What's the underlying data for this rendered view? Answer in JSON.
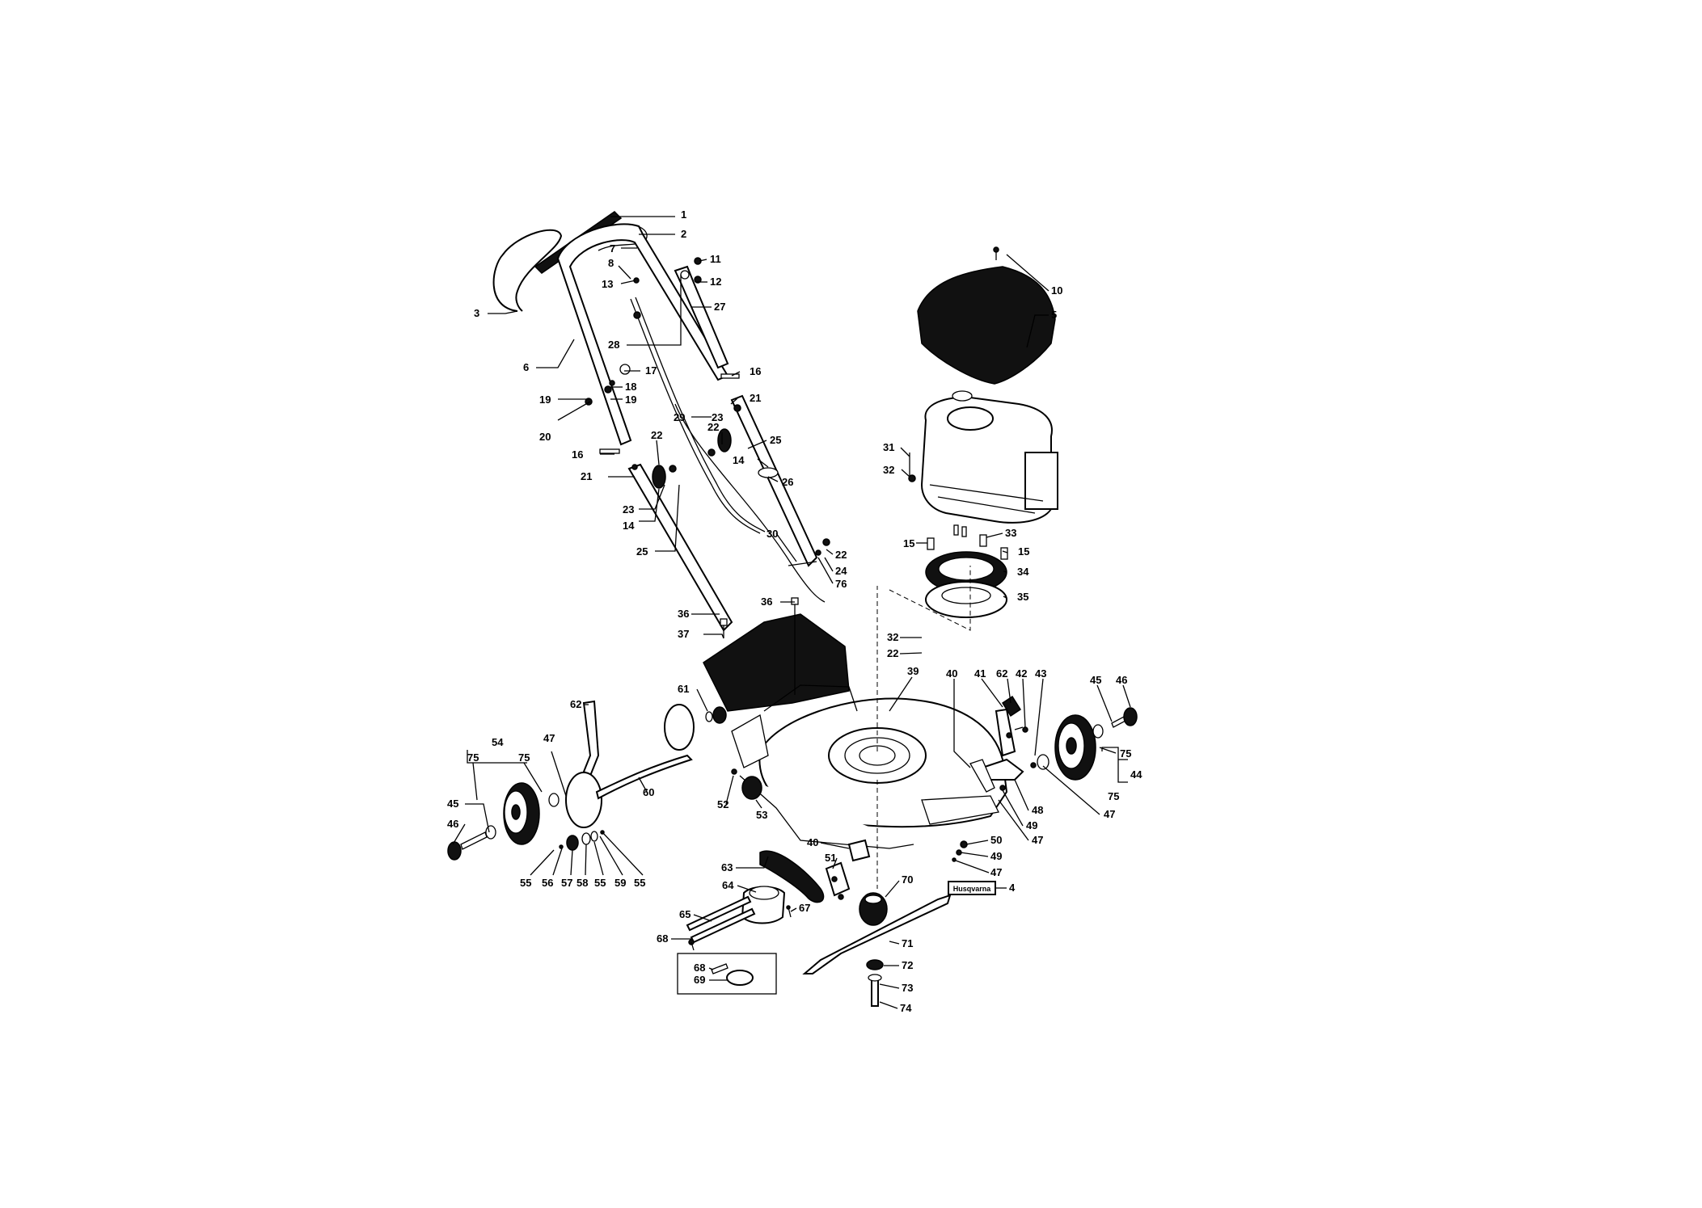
{
  "brand_label": "Husqvarna",
  "callouts": [
    {
      "id": "c1",
      "text": "1"
    },
    {
      "id": "c2",
      "text": "2"
    },
    {
      "id": "c3",
      "text": "3"
    },
    {
      "id": "c6",
      "text": "6"
    },
    {
      "id": "c7",
      "text": "7"
    },
    {
      "id": "c8",
      "text": "8"
    },
    {
      "id": "c13",
      "text": "13"
    },
    {
      "id": "c11",
      "text": "11"
    },
    {
      "id": "c12",
      "text": "12"
    },
    {
      "id": "c27",
      "text": "27"
    },
    {
      "id": "c28",
      "text": "28"
    },
    {
      "id": "c17",
      "text": "17"
    },
    {
      "id": "c18",
      "text": "18"
    },
    {
      "id": "c19a",
      "text": "19"
    },
    {
      "id": "c19b",
      "text": "19"
    },
    {
      "id": "c20",
      "text": "20"
    },
    {
      "id": "c16a",
      "text": "16"
    },
    {
      "id": "c21a",
      "text": "21"
    },
    {
      "id": "c22a",
      "text": "22"
    },
    {
      "id": "c23a",
      "text": "23"
    },
    {
      "id": "c14a",
      "text": "14"
    },
    {
      "id": "c25a",
      "text": "25"
    },
    {
      "id": "c16b",
      "text": "16"
    },
    {
      "id": "c21b",
      "text": "21"
    },
    {
      "id": "c29",
      "text": "29"
    },
    {
      "id": "c23b",
      "text": "23"
    },
    {
      "id": "c22b",
      "text": "22"
    },
    {
      "id": "c14b",
      "text": "14"
    },
    {
      "id": "c25b",
      "text": "25"
    },
    {
      "id": "c26",
      "text": "26"
    },
    {
      "id": "c30",
      "text": "30"
    },
    {
      "id": "c22c",
      "text": "22"
    },
    {
      "id": "c24",
      "text": "24"
    },
    {
      "id": "c76",
      "text": "76"
    },
    {
      "id": "c10",
      "text": "10"
    },
    {
      "id": "c5",
      "text": "5"
    },
    {
      "id": "c31",
      "text": "31"
    },
    {
      "id": "c32a",
      "text": "32"
    },
    {
      "id": "c15a",
      "text": "15"
    },
    {
      "id": "c33",
      "text": "33"
    },
    {
      "id": "c15b",
      "text": "15"
    },
    {
      "id": "c34",
      "text": "34"
    },
    {
      "id": "c35",
      "text": "35"
    },
    {
      "id": "c36a",
      "text": "36"
    },
    {
      "id": "c36b",
      "text": "36"
    },
    {
      "id": "c37",
      "text": "37"
    },
    {
      "id": "c32b",
      "text": "32"
    },
    {
      "id": "c22d",
      "text": "22"
    },
    {
      "id": "c39",
      "text": "39"
    },
    {
      "id": "c40a",
      "text": "40"
    },
    {
      "id": "c41",
      "text": "41"
    },
    {
      "id": "c62b",
      "text": "62"
    },
    {
      "id": "c42",
      "text": "42"
    },
    {
      "id": "c43",
      "text": "43"
    },
    {
      "id": "c45b",
      "text": "45"
    },
    {
      "id": "c46b",
      "text": "46"
    },
    {
      "id": "c75c",
      "text": "75"
    },
    {
      "id": "c44",
      "text": "44"
    },
    {
      "id": "c75d",
      "text": "75"
    },
    {
      "id": "c47c",
      "text": "47"
    },
    {
      "id": "c48",
      "text": "48"
    },
    {
      "id": "c49a",
      "text": "49"
    },
    {
      "id": "c47b",
      "text": "47"
    },
    {
      "id": "c61",
      "text": "61"
    },
    {
      "id": "c62a",
      "text": "62"
    },
    {
      "id": "c54",
      "text": "54"
    },
    {
      "id": "c75a",
      "text": "75"
    },
    {
      "id": "c75b",
      "text": "75"
    },
    {
      "id": "c47a",
      "text": "47"
    },
    {
      "id": "c60",
      "text": "60"
    },
    {
      "id": "c45a",
      "text": "45"
    },
    {
      "id": "c46a",
      "text": "46"
    },
    {
      "id": "c52",
      "text": "52"
    },
    {
      "id": "c53",
      "text": "53"
    },
    {
      "id": "c55a",
      "text": "55"
    },
    {
      "id": "c56",
      "text": "56"
    },
    {
      "id": "c57",
      "text": "57"
    },
    {
      "id": "c58",
      "text": "58"
    },
    {
      "id": "c55b",
      "text": "55"
    },
    {
      "id": "c59",
      "text": "59"
    },
    {
      "id": "c55c",
      "text": "55"
    },
    {
      "id": "c40b",
      "text": "40"
    },
    {
      "id": "c51",
      "text": "51"
    },
    {
      "id": "c50",
      "text": "50"
    },
    {
      "id": "c49b",
      "text": "49"
    },
    {
      "id": "c47d",
      "text": "47"
    },
    {
      "id": "c4",
      "text": "4"
    },
    {
      "id": "c63",
      "text": "63"
    },
    {
      "id": "c64",
      "text": "64"
    },
    {
      "id": "c65",
      "text": "65"
    },
    {
      "id": "c67",
      "text": "67"
    },
    {
      "id": "c68a",
      "text": "68"
    },
    {
      "id": "c68b",
      "text": "68"
    },
    {
      "id": "c69",
      "text": "69"
    },
    {
      "id": "c70",
      "text": "70"
    },
    {
      "id": "c71",
      "text": "71"
    },
    {
      "id": "c72",
      "text": "72"
    },
    {
      "id": "c73",
      "text": "73"
    },
    {
      "id": "c74",
      "text": "74"
    }
  ]
}
